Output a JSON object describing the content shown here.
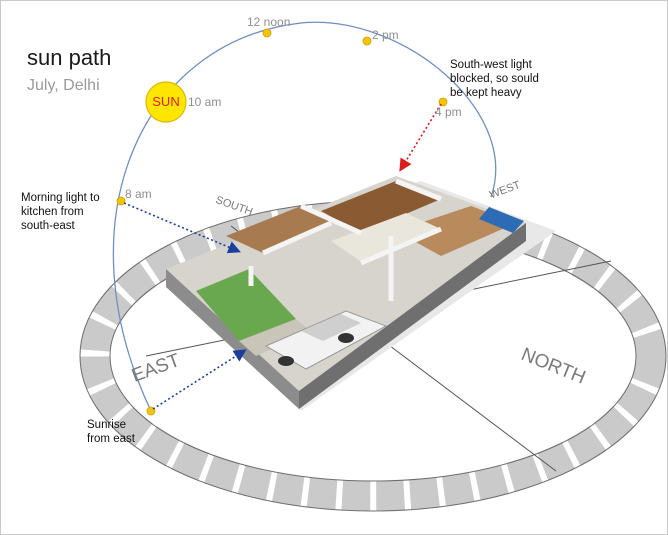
{
  "diagram": {
    "title": "sun path",
    "subtitle": "July, Delhi",
    "sun_label": "SUN",
    "times": [
      {
        "key": "t12",
        "label": "12 noon"
      },
      {
        "key": "t2",
        "label": "2 pm"
      },
      {
        "key": "t10",
        "label": "10 am"
      },
      {
        "key": "t4",
        "label": "4 pm"
      },
      {
        "key": "t8",
        "label": "8 am"
      }
    ],
    "notes": {
      "southwest": "South-west light\nblocked, so sould\nbe kept heavy",
      "morning": "Morning light to\nkitchen from\nsouth-east",
      "sunrise": "Sunrise\nfrom east"
    },
    "directions": {
      "south": "SOUTH",
      "west": "WEST",
      "east": "EAST",
      "north": "NORTH"
    },
    "colors": {
      "sun_fill": "#ffe600",
      "sun_text": "#e21b1b",
      "arc": "#6f8fc0",
      "marker": "#f5c400",
      "red_arrow": "#d81b1b",
      "blue_arrow": "#1c3f9e",
      "lawn": "#6aa84f",
      "wall": "#8c8c8c"
    }
  }
}
